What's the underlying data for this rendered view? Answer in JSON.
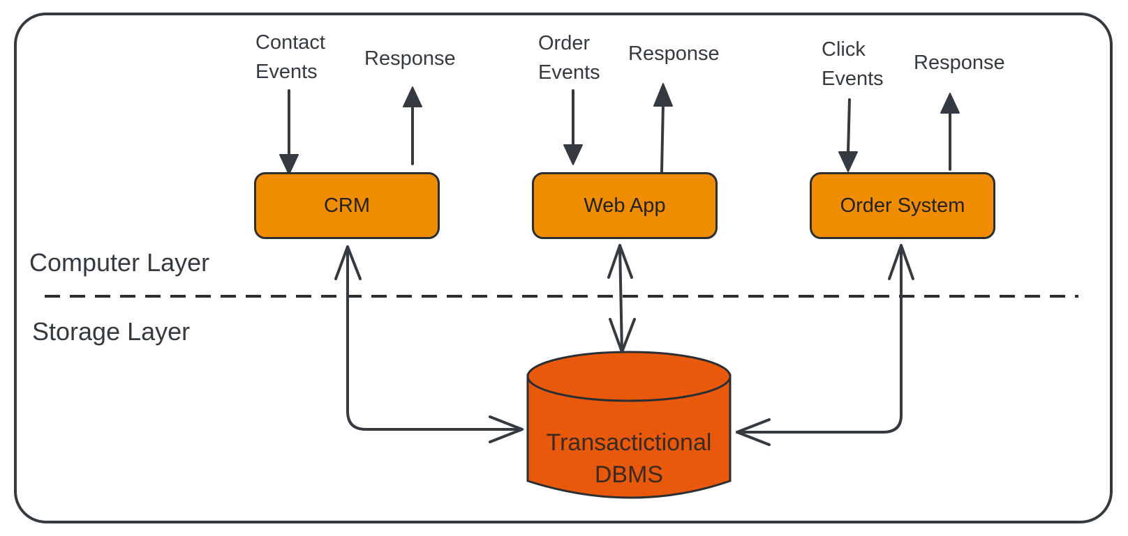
{
  "colors": {
    "stroke": "#343a40",
    "system_fill": "#f08c00",
    "db_fill": "#e8590c",
    "background": "#ffffff"
  },
  "layers": {
    "compute": "Computer Layer",
    "storage": "Storage Layer"
  },
  "systems": [
    {
      "id": "crm",
      "name": "CRM",
      "input_label": [
        "Contact",
        "Events"
      ],
      "output_label": "Response"
    },
    {
      "id": "webapp",
      "name": "Web App",
      "input_label": [
        "Order",
        "Events"
      ],
      "output_label": "Response"
    },
    {
      "id": "order",
      "name": "Order System",
      "input_label": [
        "Click",
        "Events"
      ],
      "output_label": "Response"
    }
  ],
  "database": {
    "lines": [
      "Transactictional",
      "DBMS"
    ]
  }
}
